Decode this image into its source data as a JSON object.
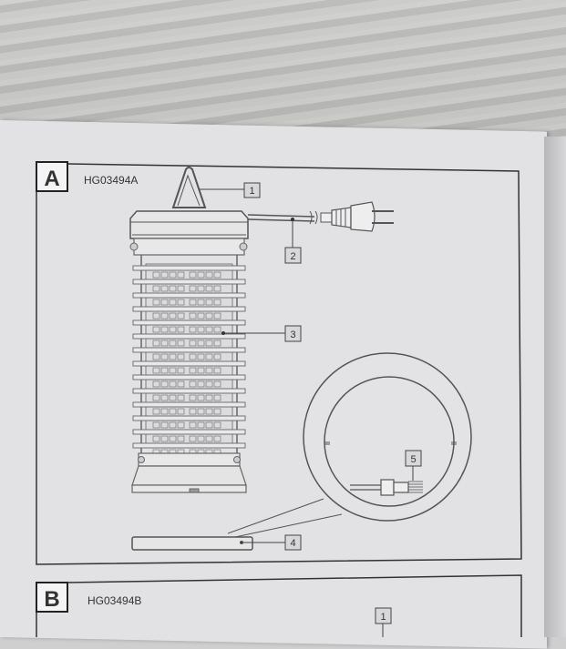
{
  "section_a": {
    "letter": "A",
    "model": "HG03494A",
    "callouts": [
      "1",
      "2",
      "3",
      "4",
      "5"
    ]
  },
  "section_b": {
    "letter": "B",
    "model": "HG03494B",
    "callouts": [
      "1"
    ]
  }
}
